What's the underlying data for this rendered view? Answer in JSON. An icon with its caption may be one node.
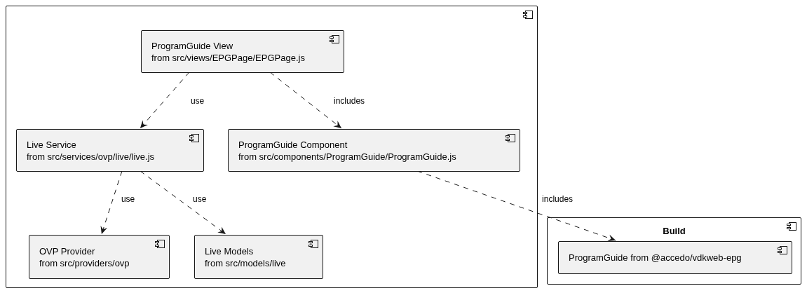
{
  "diagram": {
    "nodes": [
      {
        "text": [],
        "shape": "box"
      },
      {
        "text": [
          "ProgramGuide View",
          "from src/views/EPGPage/EPGPage.js"
        ],
        "in": 0
      },
      {
        "text": [
          "Live Service",
          "from src/services/ovp/live/live.js"
        ],
        "in": 0
      },
      {
        "text": [
          "ProgramGuide Component",
          "from src/components/ProgramGuide/ProgramGuide.js"
        ],
        "in": 0
      },
      {
        "text": [
          "OVP Provider",
          "from src/providers/ovp"
        ],
        "in": 0
      },
      {
        "text": [
          "Live Models",
          "from src/models/live"
        ],
        "in": 0
      },
      {
        "text": [
          "Build"
        ]
      },
      {
        "text": [
          "ProgramGuide from @accedo/vdkweb-epg"
        ],
        "in": 6
      }
    ],
    "edges": [
      {
        "from": 1,
        "to": 2,
        "arrow": "to",
        "label": "use",
        "style": "dashed"
      },
      {
        "from": 1,
        "to": 3,
        "arrow": "to",
        "label": "includes",
        "style": "dashed"
      },
      {
        "from": 2,
        "to": 4,
        "arrow": "to",
        "label": "use",
        "style": "dashed"
      },
      {
        "from": 2,
        "to": 5,
        "arrow": "to",
        "label": "use",
        "style": "dashed"
      },
      {
        "from": 3,
        "to": 7,
        "arrow": "to",
        "label": "includes",
        "style": "dashed"
      }
    ]
  }
}
